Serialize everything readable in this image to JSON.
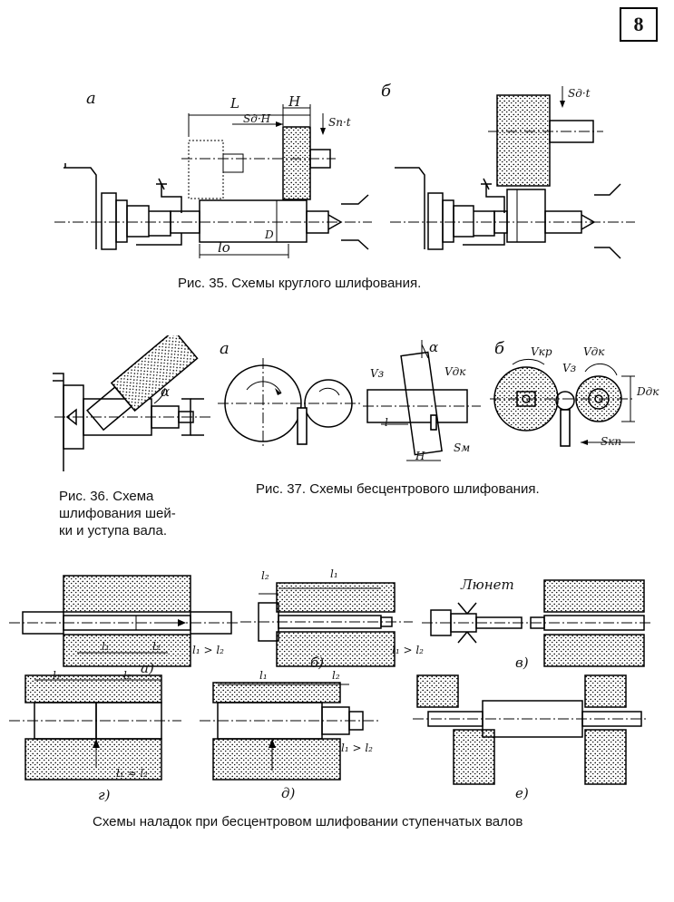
{
  "page_number": "8",
  "fig35": {
    "panel_a": "а",
    "panel_b": "б",
    "label_L": "L",
    "label_H": "H",
    "label_SdH": "Sд·H",
    "label_Snt": "Sп·t",
    "label_lo": "lо",
    "label_D": "D",
    "label_Sdt": "Sд·t",
    "caption": "Рис. 35. Схемы круглого шлифования."
  },
  "fig36": {
    "label_alpha": "α",
    "caption_lines": [
      "Рис. 36. Схема",
      "шлифования шей-",
      "ки и уступа вала."
    ]
  },
  "fig37": {
    "panel_a": "а",
    "panel_b": "б",
    "label_alpha": "α",
    "label_V3": "Vз",
    "label_Vdk": "Vдк",
    "label_l": "l",
    "label_Sm": "Sм",
    "label_H": "H",
    "label_Vkp": "Vкр",
    "label_V3b": "Vз",
    "label_Vdkb": "Vдк",
    "label_Ddk": "Dдк",
    "label_Skn": "Sкп",
    "caption": "Рис. 37. Схемы бесцентрового шлифования."
  },
  "setups": {
    "a": {
      "panel": "а)",
      "l1": "l₁",
      "l2": "l₂",
      "cond": "l₁ > l₂"
    },
    "b": {
      "panel": "б)",
      "l1": "l₁",
      "l2": "l₂",
      "cond": "l₁ > l₂"
    },
    "v": {
      "panel": "в)",
      "lunet": "Люнет"
    },
    "g": {
      "panel": "г)",
      "l1": "l₁",
      "l2": "l₂",
      "cond": "l₁ ≈ l₂"
    },
    "d": {
      "panel": "д)",
      "l1": "l₁",
      "l2": "l₂",
      "cond": "l₁ > l₂"
    },
    "e": {
      "panel": "е)"
    },
    "caption": "Схемы наладок при бесцентровом шлифовании ступенчатых валов"
  }
}
